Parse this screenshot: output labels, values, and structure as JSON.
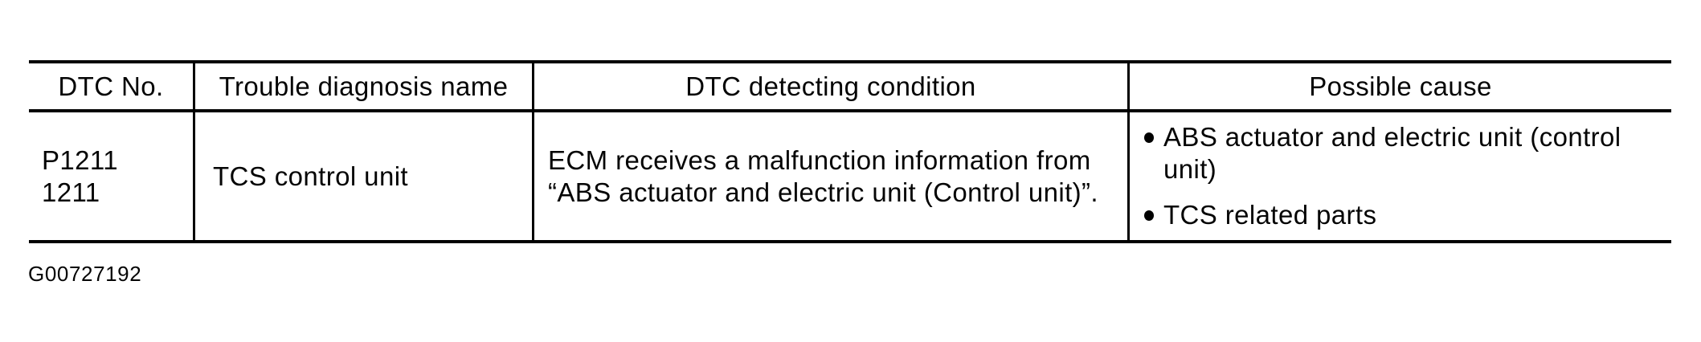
{
  "table": {
    "headers": {
      "dtc_no": "DTC No.",
      "trouble_diagnosis_name": "Trouble diagnosis name",
      "dtc_detecting_condition": "DTC detecting condition",
      "possible_cause": "Possible cause"
    },
    "row": {
      "dtc_no_lines": [
        "P1211",
        "1211"
      ],
      "trouble_diagnosis_name": "TCS control unit",
      "dtc_detecting_condition": "ECM receives a malfunction information from “ABS actuator and electric unit (Control unit)”.",
      "possible_causes": [
        "ABS actuator and electric unit (control unit)",
        "TCS related parts"
      ]
    }
  },
  "figure_id": "G00727192",
  "colors": {
    "ink": "#050505",
    "background": "#ffffff",
    "border": "#000000"
  }
}
